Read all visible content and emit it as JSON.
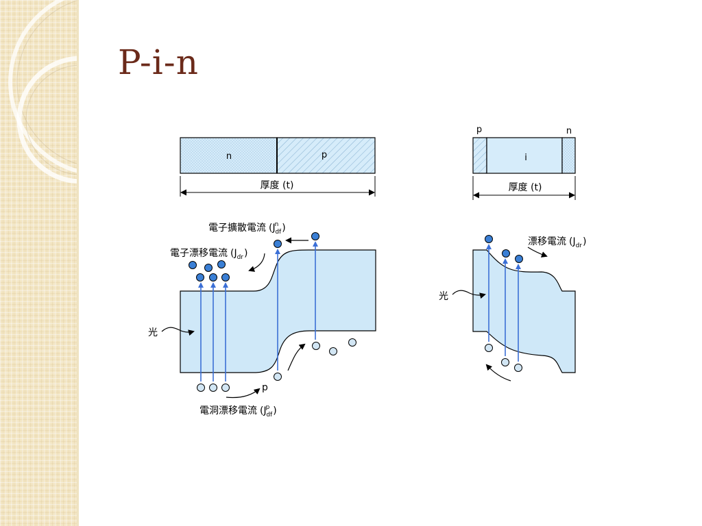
{
  "slide": {
    "title": "P-i-n"
  },
  "left_diagram": {
    "region_n": "n",
    "region_p": "p",
    "thickness_label": "厚度 (t)",
    "electron_diffusion_label": "電子擴散電流",
    "electron_diffusion_symbol": "(J",
    "electron_diffusion_sup": "n",
    "electron_diffusion_sub": "df",
    "electron_drift_label": "電子漂移電流",
    "electron_drift_symbol": "(J",
    "electron_drift_sub": "dr",
    "light_label": "光",
    "hole_label": "p",
    "hole_drift_label": "電洞漂移電流",
    "hole_drift_symbol": "(J",
    "hole_drift_sup": "p",
    "hole_drift_sub": "df"
  },
  "right_diagram": {
    "region_p": "p",
    "region_i": "i",
    "region_n": "n",
    "thickness_label": "厚度 (t)",
    "drift_label": "漂移電流",
    "drift_symbol": "(J",
    "drift_sub": "dr",
    "light_label": "光"
  },
  "colors": {
    "band_fill": "#cfe8f8",
    "electron_fill": "#3a7fd5",
    "hole_fill": "#d2e6f4",
    "arrow": "#3b6fd6",
    "title": "#6b2a1a"
  }
}
